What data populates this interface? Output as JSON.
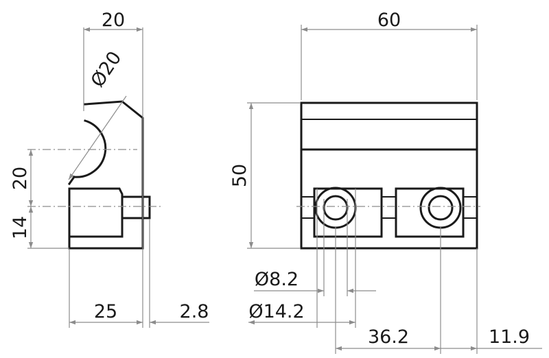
{
  "dimensions": {
    "side_width": "20",
    "diameter_20": "Ø20",
    "side_height_20": "20",
    "side_height_14": "14",
    "side_base_25": "25",
    "side_offset_2_8": "2.8",
    "front_width": "60",
    "front_height": "50",
    "hole_small": "Ø8.2",
    "hole_large": "Ø14.2",
    "hole_spacing": "36.2",
    "hole_edge": "11.9"
  },
  "colors": {
    "part_stroke": "#1a1a1a",
    "dimension_stroke": "#8c8c8c",
    "background": "#ffffff"
  }
}
